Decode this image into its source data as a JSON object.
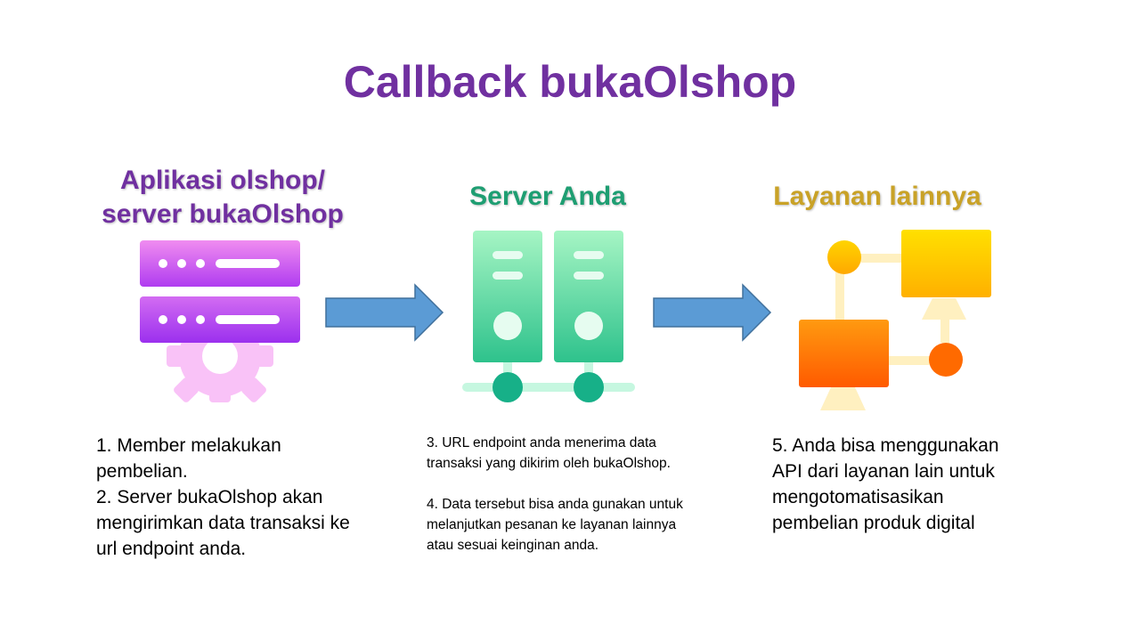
{
  "title": "Callback bukaOlshop",
  "columns": [
    {
      "heading_line1": "Aplikasi olshop/",
      "heading_line2": "server bukaOlshop",
      "icon": "server-gear-icon",
      "desc": [
        "1. Member melakukan pembelian.",
        "2. Server bukaOlshop akan mengirimkan data transaksi ke url endpoint anda."
      ]
    },
    {
      "heading": "Server Anda",
      "icon": "server-rack-icon",
      "desc": [
        "3. URL endpoint anda menerima data transaksi yang dikirim oleh bukaOlshop.",
        "4. Data tersebut bisa anda gunakan untuk melanjutkan pesanan ke layanan lainnya atau sesuai keinginan anda."
      ]
    },
    {
      "heading": "Layanan lainnya",
      "icon": "network-computers-icon",
      "desc": [
        "5. Anda bisa menggunakan API dari layanan lain untuk mengotomatisasikan pembelian produk digital"
      ]
    }
  ],
  "arrows": [
    "arrow-right-icon",
    "arrow-right-icon"
  ],
  "colors": {
    "title": "#7030A0",
    "server_anda": "#1E9E72",
    "layanan": "#C9A227",
    "arrow": "#5B9BD5"
  }
}
